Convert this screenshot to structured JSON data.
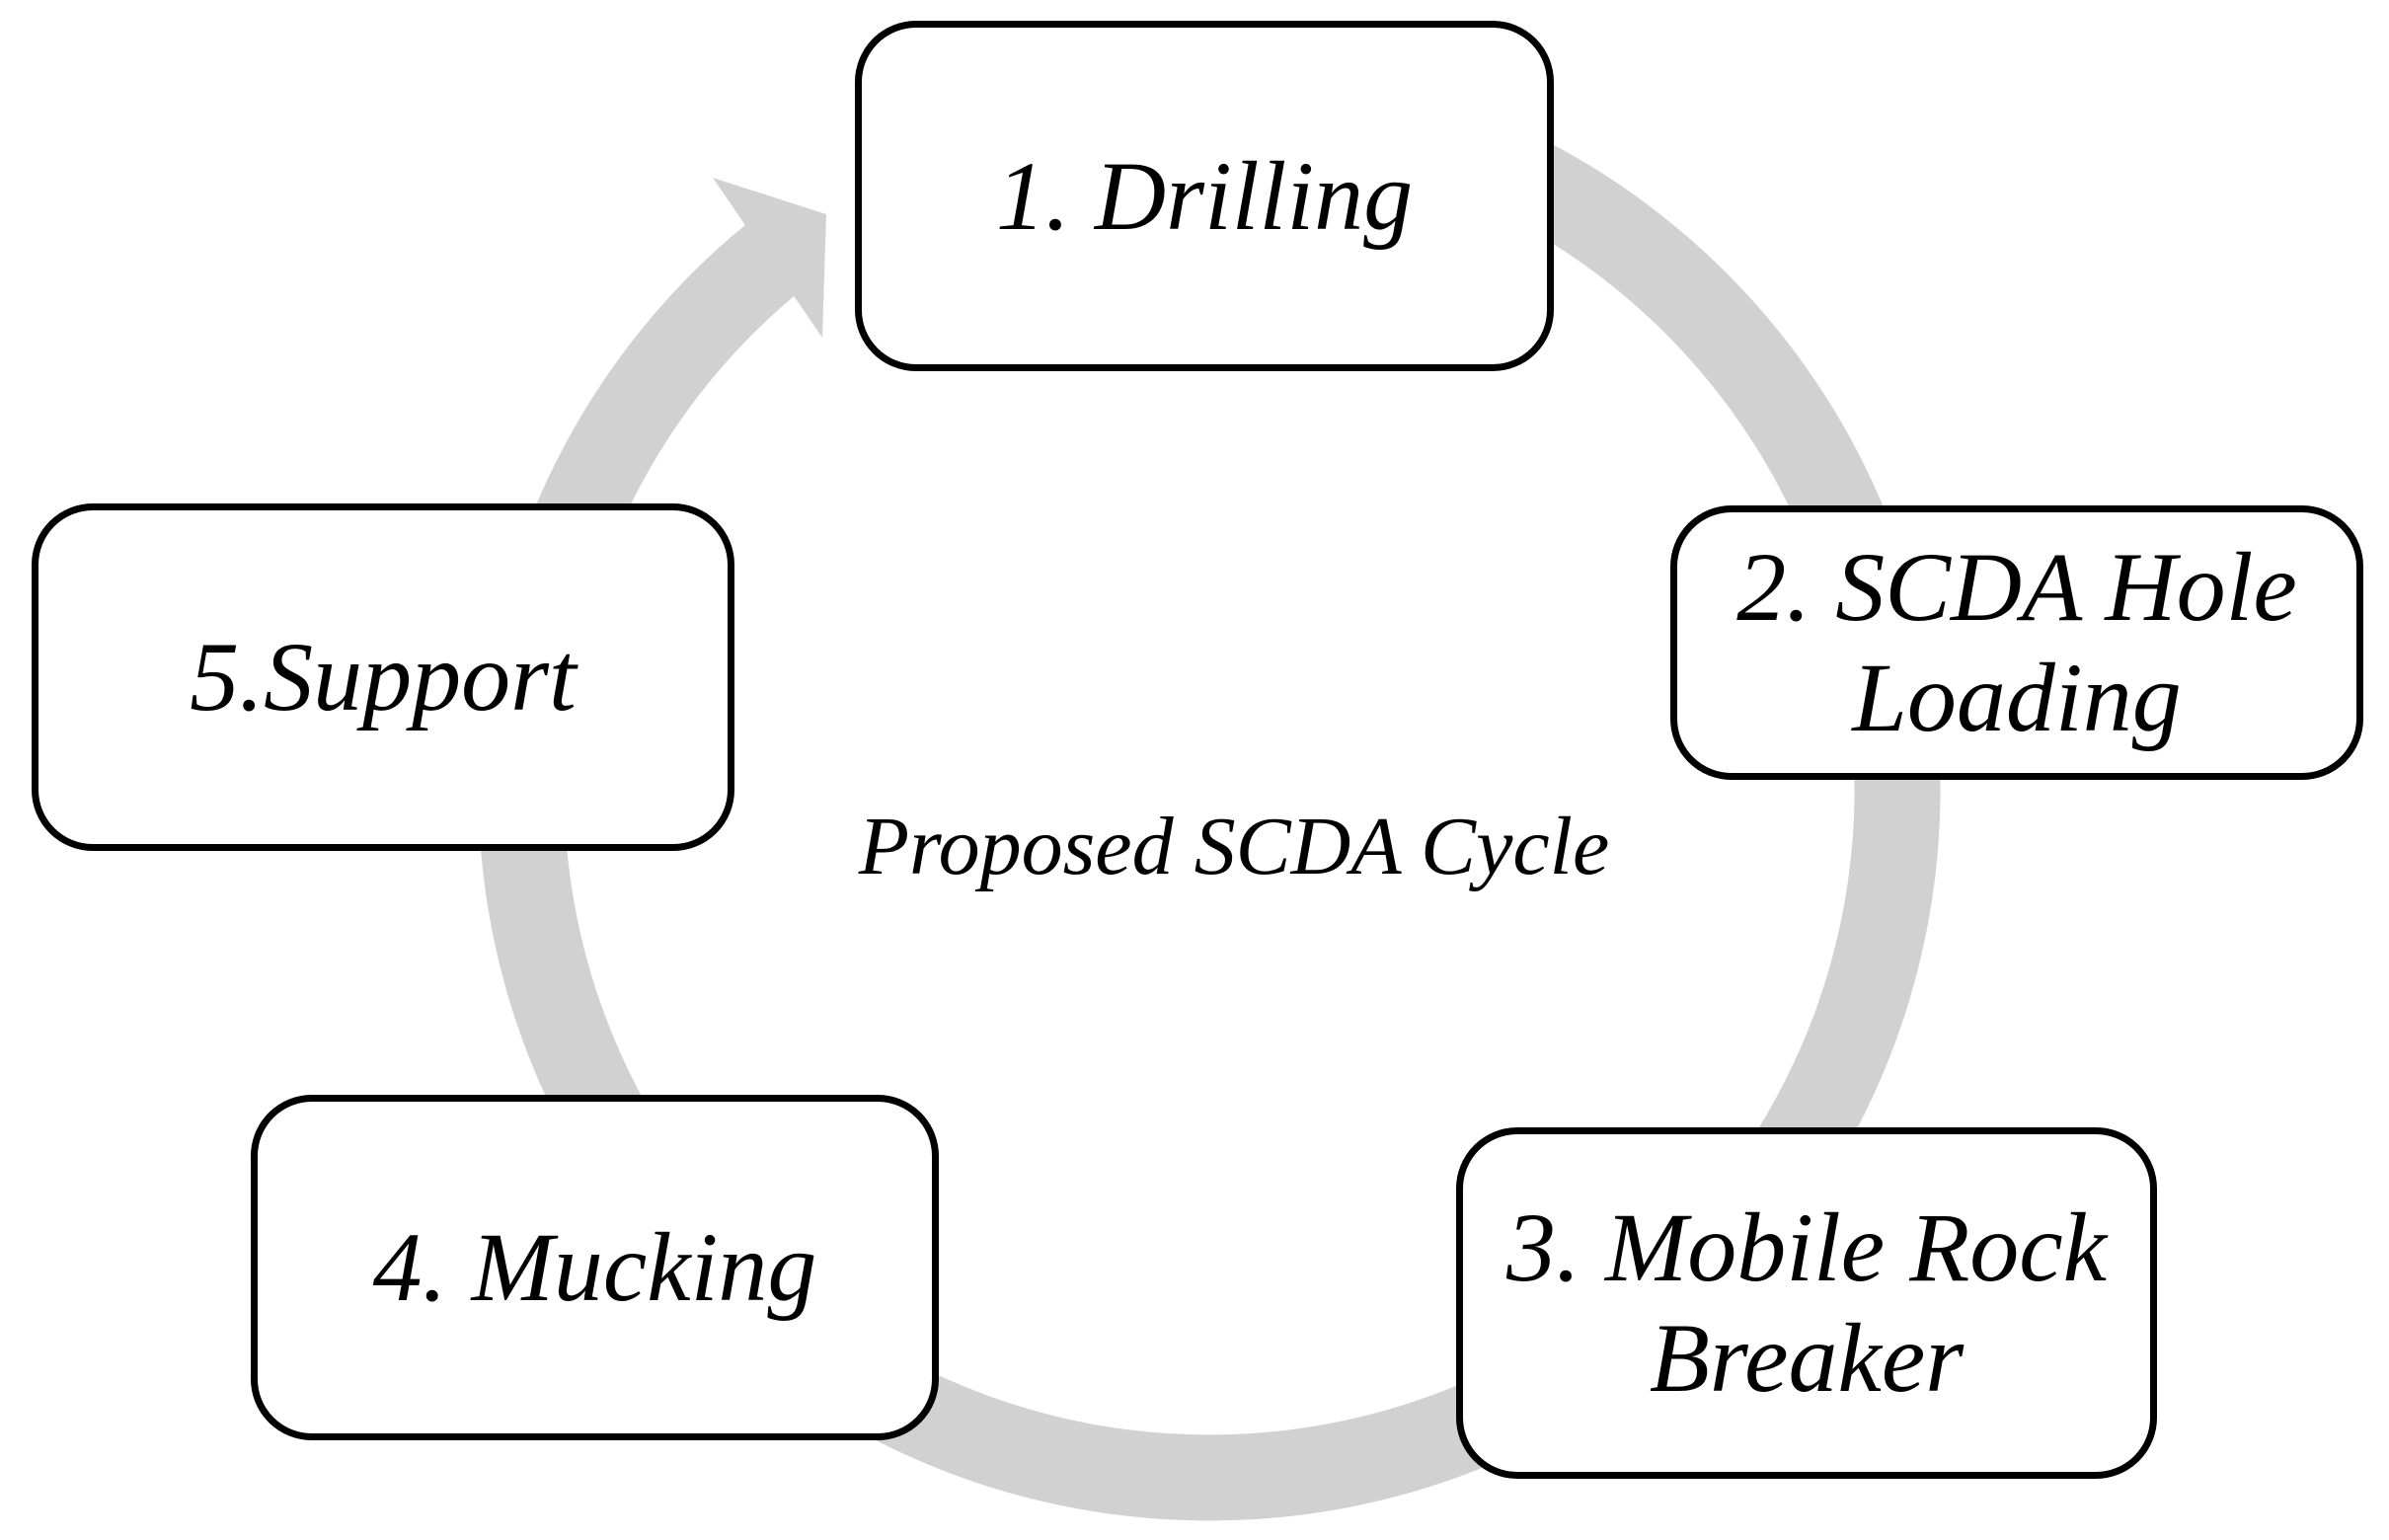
{
  "title": "Proposed SCDA Cycle",
  "cycle": {
    "direction": "clockwise",
    "arrow_icon": "clockwise-cycle-arrow",
    "steps": [
      {
        "label": "1. Drilling"
      },
      {
        "label": "2. SCDA Hole Loading"
      },
      {
        "label": "3. Mobile Rock Breaker"
      },
      {
        "label": "4. Mucking"
      },
      {
        "label": "5.Support"
      }
    ]
  },
  "colors": {
    "arrow_gray": "#d1d1d1",
    "box_border": "#000000",
    "box_fill": "#ffffff",
    "text": "#000000",
    "background": "#ffffff"
  }
}
